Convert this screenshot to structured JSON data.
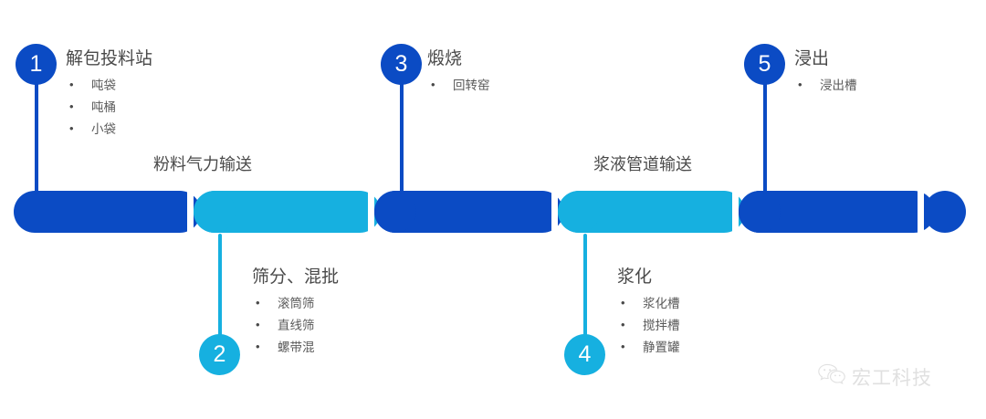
{
  "colors": {
    "dark_blue": "#0B4BC4",
    "light_blue": "#16B0E0",
    "title_text": "#4a4a4a",
    "bullet_text": "#5a5a5a",
    "background": "#ffffff"
  },
  "steps": [
    {
      "number": "1",
      "title": "解包投料站",
      "bullets": [
        "吨袋",
        "吨桶",
        "小袋"
      ],
      "color": "dark"
    },
    {
      "number": "2",
      "title": "筛分、混批",
      "bullets": [
        "滚筒筛",
        "直线筛",
        "螺带混"
      ],
      "color": "light"
    },
    {
      "number": "3",
      "title": "煅烧",
      "bullets": [
        "回转窑"
      ],
      "color": "dark"
    },
    {
      "number": "4",
      "title": "浆化",
      "bullets": [
        "浆化槽",
        "搅拌槽",
        "静置罐"
      ],
      "color": "light"
    },
    {
      "number": "5",
      "title": "浸出",
      "bullets": [
        "浸出槽"
      ],
      "color": "dark"
    }
  ],
  "transport_labels": [
    {
      "text": "粉料气力输送"
    },
    {
      "text": "浆液管道输送"
    }
  ],
  "watermark": {
    "icon": "wechat-icon",
    "text": "宏工科技"
  }
}
